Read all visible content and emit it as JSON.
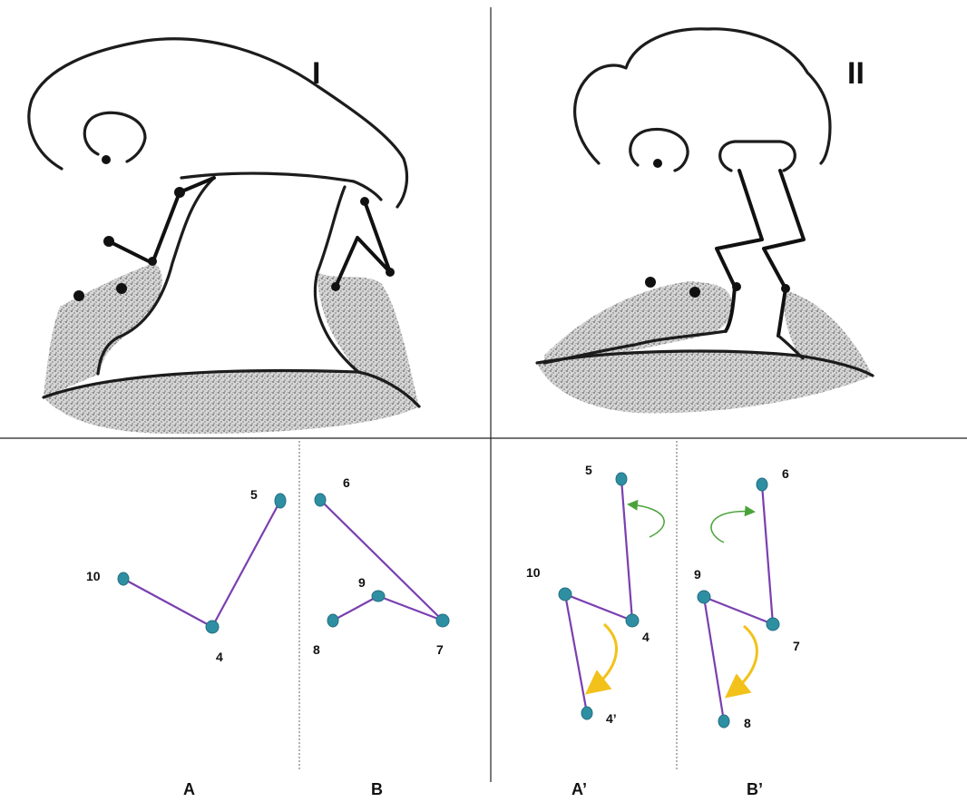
{
  "panels": {
    "top_left_label": "I",
    "top_right_label": "II"
  },
  "linkages": {
    "A": {
      "label": "A",
      "points": [
        {
          "id": "5",
          "label": "5"
        },
        {
          "id": "4",
          "label": "4"
        },
        {
          "id": "10",
          "label": "10"
        }
      ]
    },
    "B": {
      "label": "B",
      "points": [
        {
          "id": "6",
          "label": "6"
        },
        {
          "id": "7",
          "label": "7"
        },
        {
          "id": "9",
          "label": "9"
        },
        {
          "id": "8",
          "label": "8"
        }
      ]
    },
    "A_prime": {
      "label": "A’",
      "points": [
        {
          "id": "5",
          "label": "5"
        },
        {
          "id": "4",
          "label": "4"
        },
        {
          "id": "10",
          "label": "10"
        },
        {
          "id": "4p",
          "label": "4’"
        }
      ]
    },
    "B_prime": {
      "label": "B’",
      "points": [
        {
          "id": "6",
          "label": "6"
        },
        {
          "id": "7",
          "label": "7"
        },
        {
          "id": "9",
          "label": "9"
        },
        {
          "id": "8",
          "label": "8"
        }
      ]
    }
  },
  "colors": {
    "link": "#7a3fb0",
    "node": "#2e8fa3",
    "rotation_small": "#4aa33a",
    "rotation_large": "#f2c21b",
    "stipple": "#9a9a9a"
  }
}
